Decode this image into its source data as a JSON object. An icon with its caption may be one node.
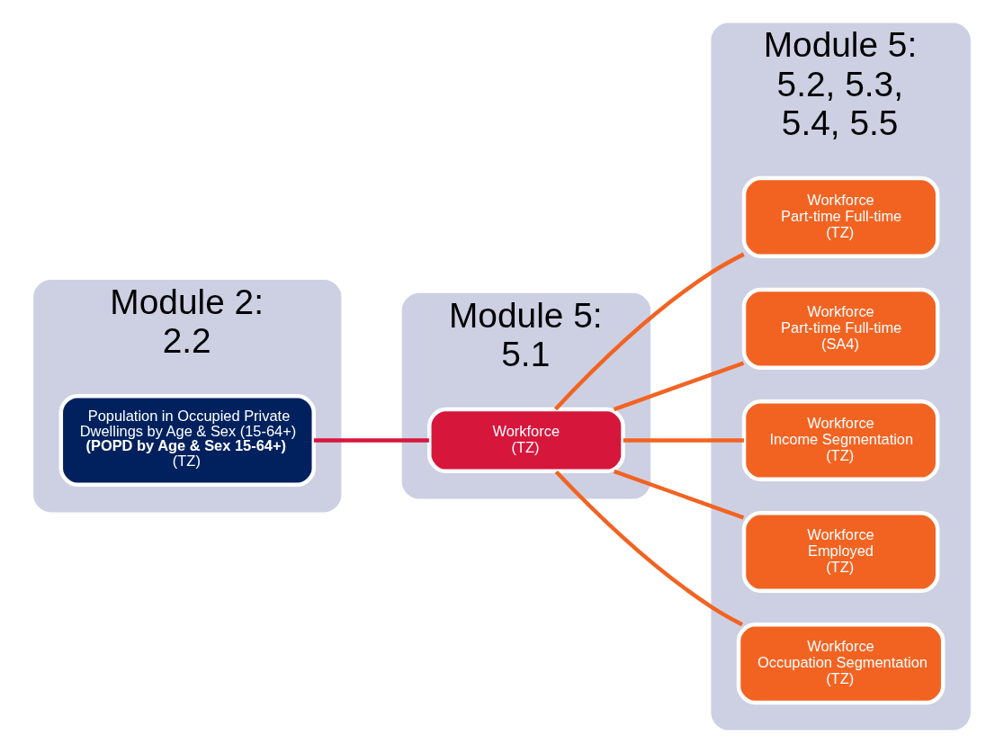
{
  "diagram": {
    "nodes": [
      {
        "text": [
          "Module 2: 2.2"
        ]
      },
      {
        "text": [
          "Population in Occupied Private Dwellings by Age & Sex (15-64+)",
          "(POPD by Age & Sex 15-64+)",
          "(TZ)"
        ],
        "in": 0
      },
      {
        "text": [
          "Module 5: 5.1"
        ]
      },
      {
        "text": [
          "Workforce",
          "(TZ)"
        ],
        "in": 2
      },
      {
        "text": [
          "Module 5: 5.2, 5.3, 5.4, 5.5"
        ]
      },
      {
        "text": [
          "Workforce",
          "Part-time Full-time",
          "(TZ)"
        ],
        "in": 4
      },
      {
        "text": [
          "Workforce",
          "Part-time Full-time",
          "(SA4)"
        ],
        "in": 4
      },
      {
        "text": [
          "Workforce",
          "Income Segmentation",
          "(TZ)"
        ],
        "in": 4
      },
      {
        "text": [
          "Workforce",
          "Employed",
          "(TZ)"
        ],
        "in": 4
      },
      {
        "text": [
          "Workforce",
          "Occupation Segmentation",
          "(TZ)"
        ],
        "in": 4
      }
    ],
    "edges": [
      {
        "from": 1,
        "to": 3,
        "arrow": "none",
        "color": "#d7163c"
      },
      {
        "from": 3,
        "to": 5,
        "arrow": "none"
      },
      {
        "from": 3,
        "to": 6,
        "arrow": "none"
      },
      {
        "from": 3,
        "to": 7,
        "arrow": "none"
      },
      {
        "from": 3,
        "to": 8,
        "arrow": "none"
      },
      {
        "from": 3,
        "to": 9,
        "arrow": "none"
      }
    ]
  }
}
